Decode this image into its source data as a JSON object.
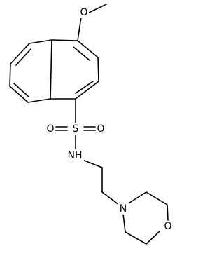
{
  "atoms": {
    "methoxy_oxygen": "O",
    "sulfur": "S",
    "sulfonyl_oxygen_left": "O",
    "sulfonyl_oxygen_right": "O",
    "amide_nitrogen": "NH",
    "morpholine_nitrogen": "N",
    "morpholine_oxygen": "O"
  }
}
